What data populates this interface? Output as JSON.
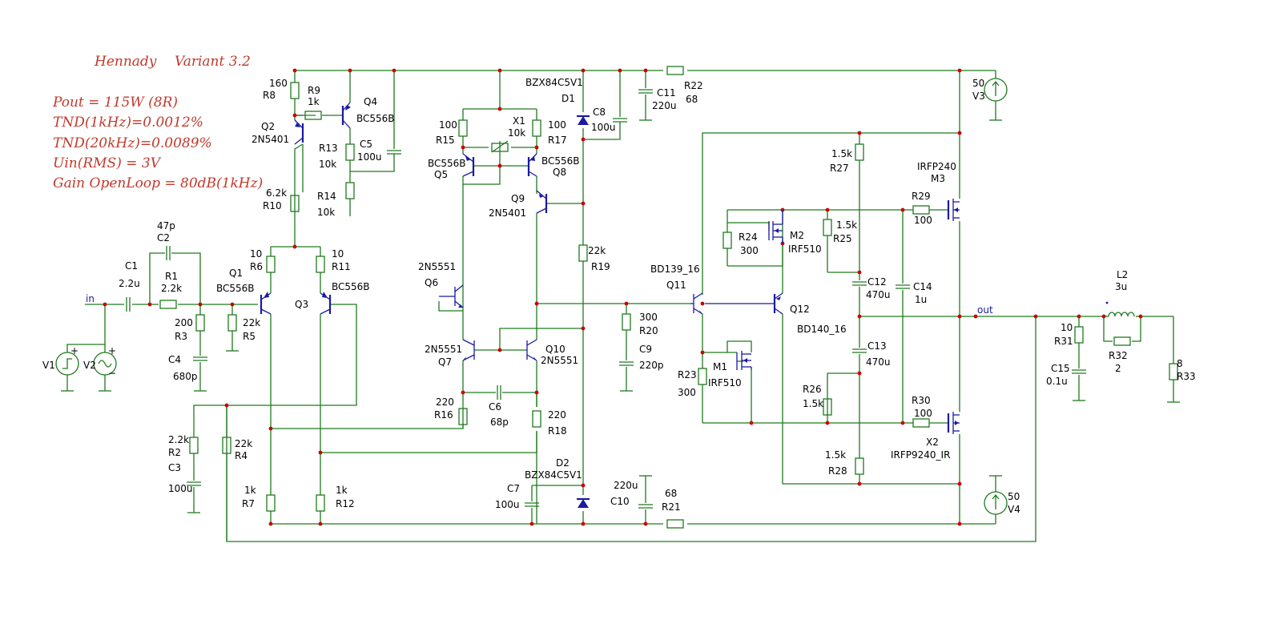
{
  "header": {
    "author": "Hennady",
    "variant": "Variant 3.2"
  },
  "notes": [
    "Pout = 115W (8R)",
    "TND(1kHz)=0.0012%",
    "TND(20kHz)=0.0089%",
    "Uin(RMS) = 3V",
    "Gain OpenLoop = 80dB(1kHz)"
  ],
  "nets": {
    "in": "in",
    "out": "out"
  },
  "components": {
    "R8": {
      "ref": "R8",
      "value": "160"
    },
    "R9": {
      "ref": "R9",
      "value": "1k"
    },
    "R13": {
      "ref": "R13",
      "value": "10k"
    },
    "R14": {
      "ref": "R14",
      "value": "10k"
    },
    "R10": {
      "ref": "R10",
      "value": "6.2k"
    },
    "R6": {
      "ref": "R6",
      "value": "10"
    },
    "R11": {
      "ref": "R11",
      "value": "10"
    },
    "R1": {
      "ref": "R1",
      "value": "2.2k"
    },
    "R3": {
      "ref": "R3",
      "value": "200"
    },
    "R5": {
      "ref": "R5",
      "value": "22k"
    },
    "R2": {
      "ref": "R2",
      "value": "2.2k"
    },
    "R4": {
      "ref": "R4",
      "value": "22k"
    },
    "R7": {
      "ref": "R7",
      "value": "1k"
    },
    "R12": {
      "ref": "R12",
      "value": "1k"
    },
    "R15": {
      "ref": "R15",
      "value": "100"
    },
    "R17": {
      "ref": "R17",
      "value": "100"
    },
    "X1": {
      "ref": "X1",
      "value": "10k"
    },
    "R16": {
      "ref": "R16",
      "value": "220"
    },
    "R18": {
      "ref": "R18",
      "value": "220"
    },
    "R19": {
      "ref": "R19",
      "value": "22k"
    },
    "R20": {
      "ref": "R20",
      "value": "300"
    },
    "R22": {
      "ref": "R22",
      "value": "68"
    },
    "R21": {
      "ref": "R21",
      "value": "68"
    },
    "R27": {
      "ref": "R27",
      "value": "1.5k"
    },
    "R25": {
      "ref": "R25",
      "value": "1.5k"
    },
    "R24": {
      "ref": "R24",
      "value": "300"
    },
    "R23": {
      "ref": "R23",
      "value": "300"
    },
    "R26": {
      "ref": "R26",
      "value": "1.5k"
    },
    "R28": {
      "ref": "R28",
      "value": "1.5k"
    },
    "R29": {
      "ref": "R29",
      "value": "100"
    },
    "R30": {
      "ref": "R30",
      "value": "100"
    },
    "R31": {
      "ref": "R31",
      "value": "10"
    },
    "R32": {
      "ref": "R32",
      "value": "2"
    },
    "R33": {
      "ref": "R33",
      "value": "8"
    },
    "C1": {
      "ref": "C1",
      "value": "2.2u"
    },
    "C2": {
      "ref": "C2",
      "value": "47p"
    },
    "C3": {
      "ref": "C3",
      "value": "100u"
    },
    "C4": {
      "ref": "C4",
      "value": "680p"
    },
    "C5": {
      "ref": "C5",
      "value": "100u"
    },
    "C6": {
      "ref": "C6",
      "value": "68p"
    },
    "C7": {
      "ref": "C7",
      "value": "100u"
    },
    "C8": {
      "ref": "C8",
      "value": "100u"
    },
    "C9": {
      "ref": "C9",
      "value": "220p"
    },
    "C10": {
      "ref": "C10",
      "value": "220u"
    },
    "C11": {
      "ref": "C11",
      "value": "220u"
    },
    "C12": {
      "ref": "C12",
      "value": "470u"
    },
    "C13": {
      "ref": "C13",
      "value": "470u"
    },
    "C14": {
      "ref": "C14",
      "value": "1u"
    },
    "C15": {
      "ref": "C15",
      "value": "0.1u"
    },
    "L2": {
      "ref": "L2",
      "value": "3u"
    },
    "D1": {
      "ref": "D1",
      "value": "BZX84C5V1"
    },
    "D2": {
      "ref": "D2",
      "value": "BZX84C5V1"
    },
    "Q1": {
      "ref": "Q1",
      "value": "BC556B"
    },
    "Q2": {
      "ref": "Q2",
      "value": "2N5401"
    },
    "Q3": {
      "ref": "Q3",
      "value": "BC556B"
    },
    "Q4": {
      "ref": "Q4",
      "value": "BC556B"
    },
    "Q5": {
      "ref": "Q5",
      "value": "BC556B"
    },
    "Q6": {
      "ref": "Q6",
      "value": "2N5551"
    },
    "Q7": {
      "ref": "Q7",
      "value": "2N5551"
    },
    "Q8": {
      "ref": "Q8",
      "value": "BC556B"
    },
    "Q9": {
      "ref": "Q9",
      "value": "2N5401"
    },
    "Q10": {
      "ref": "Q10",
      "value": "2N5551"
    },
    "Q11": {
      "ref": "Q11",
      "value": "BD139_16"
    },
    "Q12": {
      "ref": "Q12",
      "value": "BD140_16"
    },
    "M1": {
      "ref": "M1",
      "value": "IRF510"
    },
    "M2": {
      "ref": "M2",
      "value": "IRF510"
    },
    "M3": {
      "ref": "M3",
      "value": "IRFP240"
    },
    "X2": {
      "ref": "X2",
      "value": "IRFP9240_IR"
    },
    "V1": {
      "ref": "V1",
      "value": ""
    },
    "V2": {
      "ref": "V2",
      "value": ""
    },
    "V3": {
      "ref": "V3",
      "value": "50"
    },
    "V4": {
      "ref": "V4",
      "value": "50"
    }
  }
}
